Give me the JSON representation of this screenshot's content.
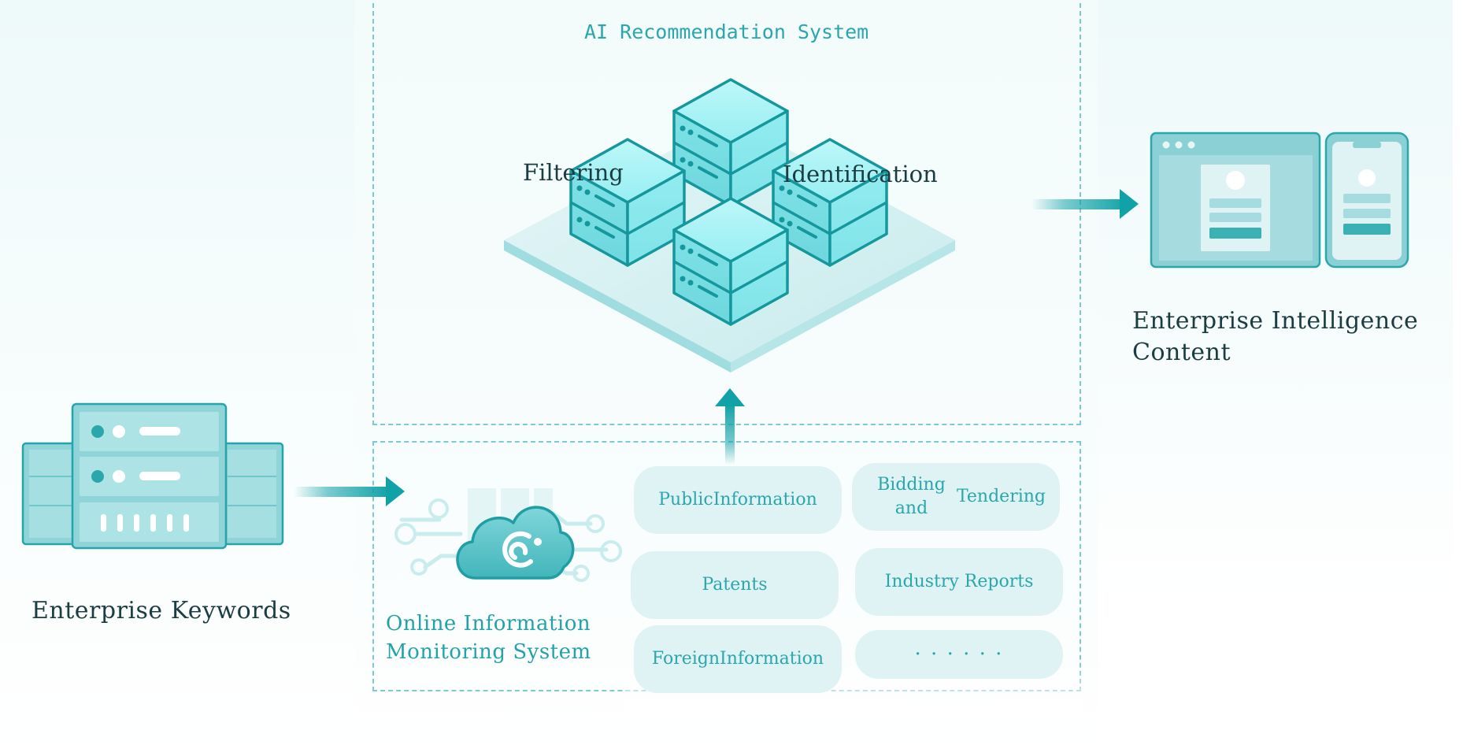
{
  "ai_system": {
    "title": "AI Recommendation System",
    "filtering": "Filtering",
    "identification": "Identification"
  },
  "left": {
    "label": "Enterprise Keywords"
  },
  "right": {
    "label_line1": "Enterprise Intelligence",
    "label_line2": "Content"
  },
  "monitor": {
    "label_line1": "Online Information",
    "label_line2": "Monitoring System",
    "sources": [
      {
        "line1": "Public",
        "line2": "Information"
      },
      {
        "line1": "Bidding and",
        "line2": "Tendering"
      },
      {
        "line1": "Patents",
        "line2": ""
      },
      {
        "line1": "Industry Reports",
        "line2": ""
      },
      {
        "line1": "Foreign",
        "line2": "Information"
      },
      {
        "line1": "· · · · · ·",
        "line2": ""
      }
    ]
  },
  "colors": {
    "accent": "#2aa7ac",
    "arrow": "#11a2a8",
    "server_top": "#a5f0f3",
    "server_side": "#7cdbe0",
    "server_edge": "#14979d",
    "text_dark": "#1a3d42"
  }
}
